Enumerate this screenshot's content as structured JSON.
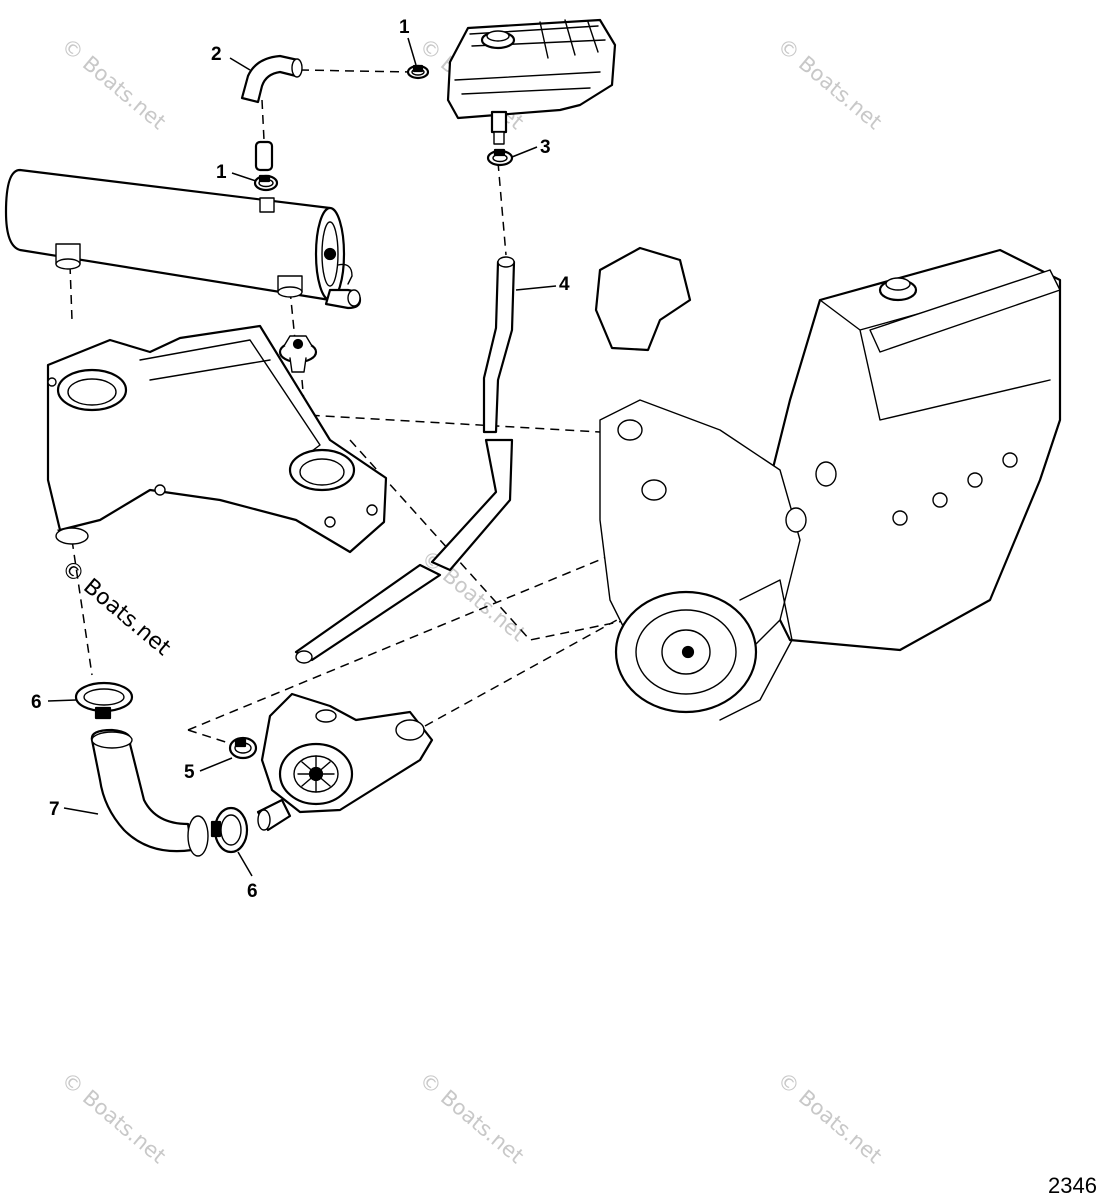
{
  "callouts": {
    "c1_top": "1",
    "c2": "2",
    "c3": "3",
    "c1_left": "1",
    "c4": "4",
    "c6_left": "6",
    "c5": "5",
    "c7": "7",
    "c6_bottom": "6"
  },
  "watermark": {
    "text": "© Boats.net"
  },
  "figure_number": "2346",
  "icons": [
    "coolant-reservoir",
    "hose-clamp",
    "heat-exchanger",
    "thermostat",
    "thermostat-housing",
    "water-pump",
    "engine-block",
    "hose"
  ]
}
